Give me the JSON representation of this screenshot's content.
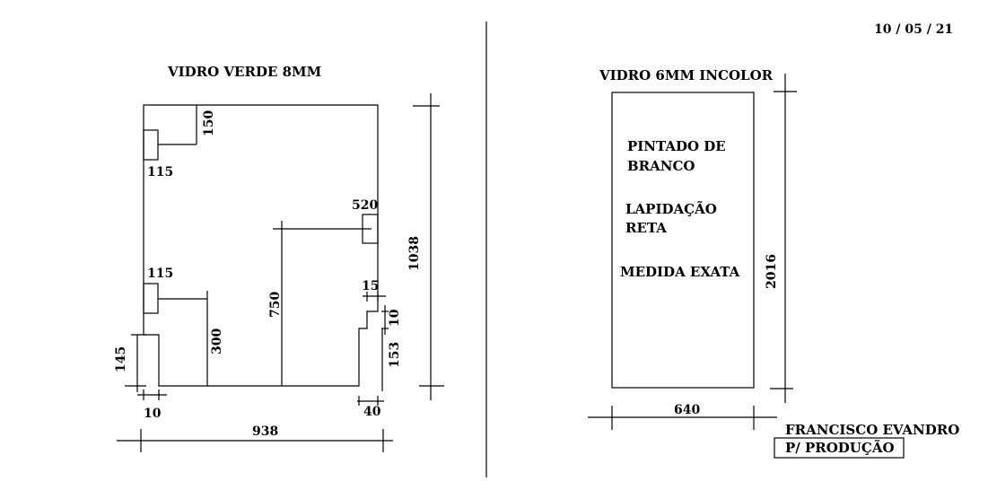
{
  "date": "10 / 05 / 21",
  "left_piece": {
    "title": "VIDRO VERDE 8MM",
    "dims": {
      "top_notch_height": "150",
      "top_notch_width": "115",
      "mid_notch_width": "115",
      "right_notch_width": "520",
      "inner_line_750": "750",
      "inner_line_300": "300",
      "step_15": "15",
      "step_10_right": "10",
      "step_153": "153",
      "step_145": "145",
      "step_10_bottom": "10",
      "step_40": "40",
      "total_width": "938",
      "total_height": "1038"
    }
  },
  "right_piece": {
    "title": "VIDRO 6MM INCOLOR",
    "notes": [
      "PINTADO DE",
      "BRANCO",
      "LAPIDAÇÃO",
      "RETA",
      "MEDIDA EXATA"
    ],
    "width": "640",
    "height": "2016"
  },
  "signature": {
    "name": "FRANCISCO EVANDRO",
    "role": "P/ PRODUÇÃO"
  }
}
